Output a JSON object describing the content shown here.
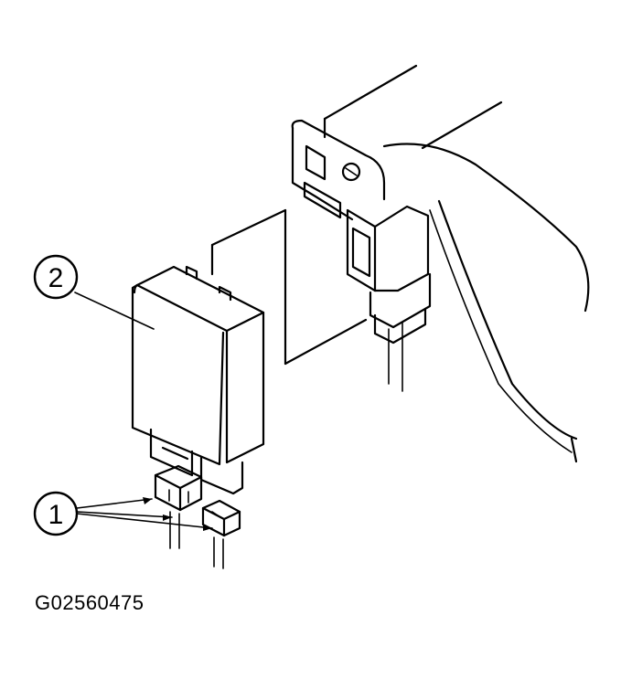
{
  "figure": {
    "id_label": "G02560475",
    "callouts": [
      {
        "number": "1",
        "part": "connectors"
      },
      {
        "number": "2",
        "part": "module"
      }
    ]
  },
  "colors": {
    "ink": "#000000",
    "background": "#ffffff"
  }
}
